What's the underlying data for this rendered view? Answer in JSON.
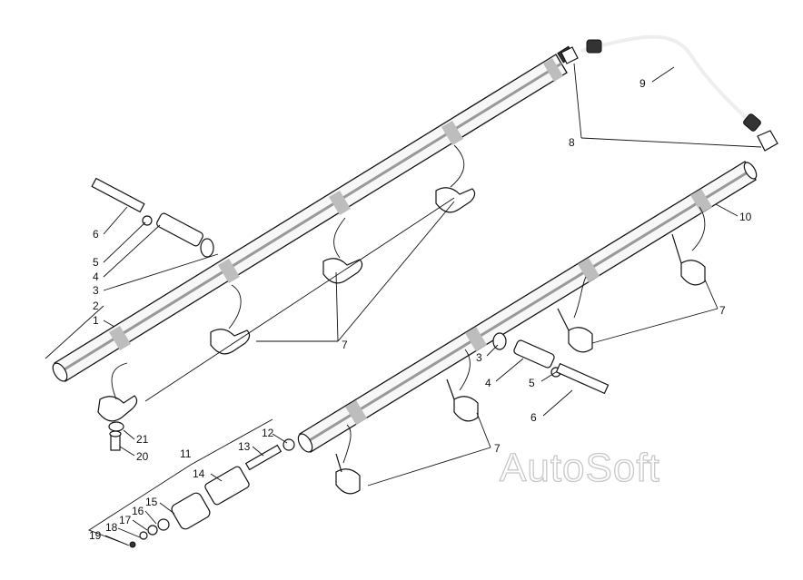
{
  "watermark": "AutoSoft",
  "callouts": {
    "c1": "1",
    "c2": "2",
    "c3a": "3",
    "c3b": "3",
    "c4a": "4",
    "c4b": "4",
    "c5a": "5",
    "c5b": "5",
    "c6a": "6",
    "c6b": "6",
    "c7a": "7",
    "c7b": "7",
    "c7c": "7",
    "c8": "8",
    "c9": "9",
    "c10": "10",
    "c11": "11",
    "c12": "12",
    "c13": "13",
    "c14": "14",
    "c15": "15",
    "c16": "16",
    "c17": "17",
    "c18": "18",
    "c19": "19",
    "c20": "20",
    "c21": "21"
  },
  "colors": {
    "line": "#111111",
    "watermark_stroke": "#c8c8c8"
  }
}
